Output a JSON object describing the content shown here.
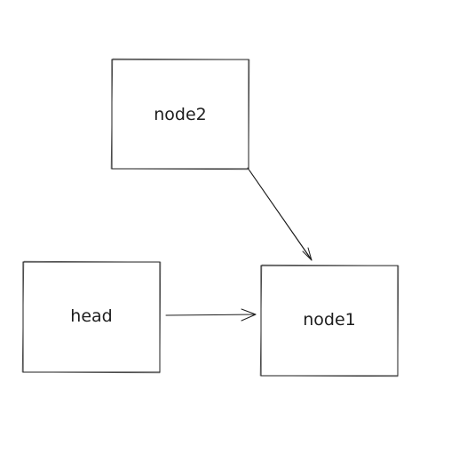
{
  "nodes": {
    "node2": {
      "label": "node2"
    },
    "head": {
      "label": "head"
    },
    "node1": {
      "label": "node1"
    }
  },
  "edges": [
    {
      "from": "node2",
      "to": "node1"
    },
    {
      "from": "head",
      "to": "node1"
    }
  ],
  "colors": {
    "stroke": "#1e1e1e",
    "background": "#ffffff"
  }
}
